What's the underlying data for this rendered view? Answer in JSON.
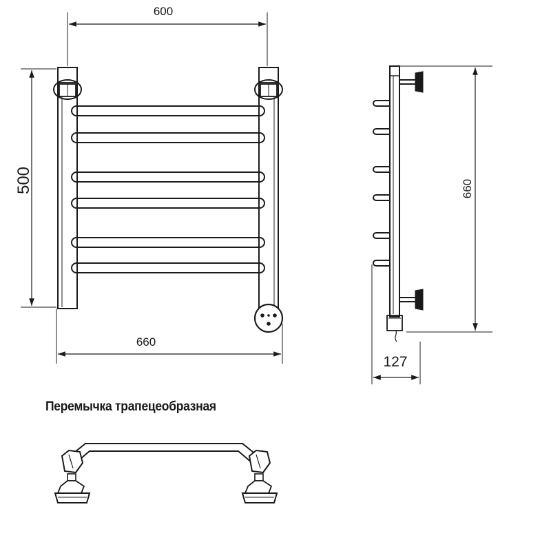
{
  "front_view": {
    "dim_top": "600",
    "dim_left": "500",
    "dim_bottom": "660"
  },
  "side_view": {
    "dim_height": "660",
    "dim_depth": "127"
  },
  "jumper": {
    "caption": "Перемычка трапецеобразная"
  }
}
